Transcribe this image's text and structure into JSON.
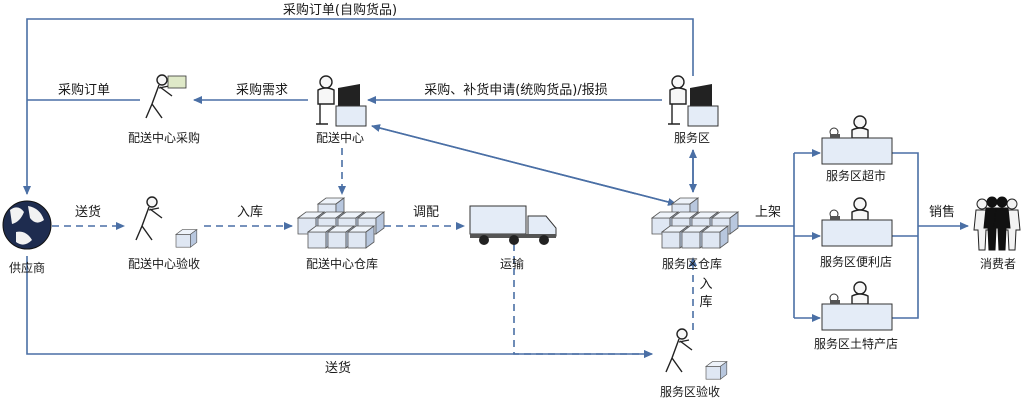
{
  "nodes": {
    "supplier": "供应商",
    "dc_purchase": "配送中心采购",
    "dc": "配送中心",
    "sa": "服务区",
    "dc_inspect": "配送中心验收",
    "dc_warehouse": "配送中心仓库",
    "transport": "运输",
    "sa_warehouse": "服务区仓库",
    "sa_inspect": "服务区验收",
    "supermarket": "服务区超市",
    "convenience": "服务区便利店",
    "specialty": "服务区土特产店",
    "consumer": "消费者"
  },
  "edges": {
    "top_order": "采购订单(自购货品)",
    "order": "采购订单",
    "demand": "采购需求",
    "request": "采购、补货申请(统购货品)/报损",
    "deliver1": "送货",
    "instock1": "入库",
    "allocate": "调配",
    "deliver2": "送货",
    "instock2_a": "入",
    "instock2_b": "库",
    "shelve": "上架",
    "sales": "销售"
  }
}
